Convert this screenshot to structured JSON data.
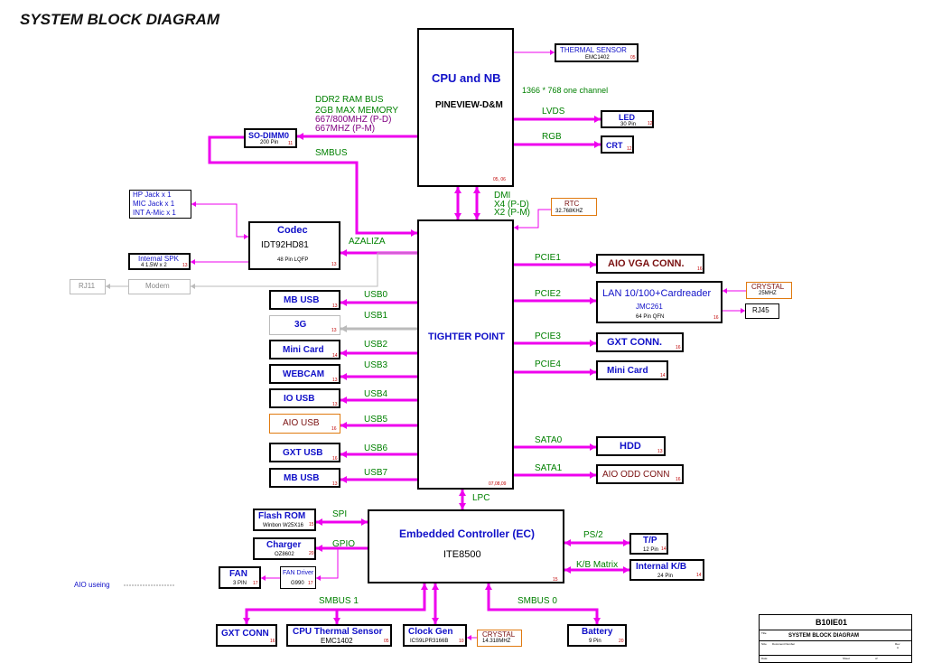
{
  "title": "SYSTEM BLOCK DIAGRAM",
  "cpu": {
    "title": "CPU and NB",
    "sub": "PINEVIEW-D&M",
    "pages": "05, 06"
  },
  "pch": {
    "title": "TIGHTER POINT",
    "pages": "07,08,09"
  },
  "ec": {
    "title": "Embedded Controller (EC)",
    "sub": "ITE8500",
    "page": "15"
  },
  "blocks": {
    "thermal_top": {
      "title": "THERMAL SENSOR",
      "sub": "EMC1402",
      "page": "05"
    },
    "led": {
      "title": "LED",
      "sub": "30 Pin",
      "page": "12"
    },
    "crt": {
      "title": "CRT",
      "page": "12"
    },
    "sodimm": {
      "title": "SO-DIMM0",
      "sub": "200 Pin",
      "page": "11"
    },
    "rtc": {
      "title": "RTC",
      "sub": "32.768KHZ"
    },
    "codec": {
      "title": "Codec",
      "sub": "IDT92HD81",
      "sub2": "48 Pin LQFP",
      "page": "13"
    },
    "hp": {
      "lines": [
        "HP Jack x 1",
        "MIC Jack x 1",
        "INT A-Mic x 1"
      ]
    },
    "spk": {
      "title": "Internal SPK",
      "sub": "4    1.5W x 2",
      "page": "13"
    },
    "rj11": {
      "title": "RJ11"
    },
    "modem": {
      "title": "Modem"
    },
    "mbusb1": {
      "title": "MB USB",
      "page": "13"
    },
    "g3": {
      "title": "3G",
      "page": "13"
    },
    "minicard_l": {
      "title": "Mini Card",
      "page": "14"
    },
    "webcam": {
      "title": "WEBCAM",
      "page": "13"
    },
    "iousb": {
      "title": "IO USB",
      "page": "13"
    },
    "aiousb": {
      "title": "AIO USB",
      "page": "16"
    },
    "gxtusb": {
      "title": "GXT USB",
      "page": "16"
    },
    "mbusb2": {
      "title": "MB USB",
      "page": "13"
    },
    "aiovga": {
      "title": "AIO VGA CONN.",
      "page": "16"
    },
    "lan": {
      "title": "LAN 10/100+Cardreader",
      "sub": "JMC261",
      "sub2": "64 Pin QFN",
      "page": "16"
    },
    "crystal_lan": {
      "title": "CRYSTAL",
      "sub": "25MHZ"
    },
    "rj45": {
      "title": "RJ45"
    },
    "gxtconn": {
      "title": "GXT CONN.",
      "page": "16"
    },
    "minicard_r": {
      "title": "Mini Card",
      "page": "14"
    },
    "hdd": {
      "title": "HDD",
      "page": "13"
    },
    "odd": {
      "title": "AIO ODD CONN",
      "page": "16"
    },
    "flash": {
      "title": "Flash ROM",
      "sub": "Winbon W25X16",
      "page": "15"
    },
    "charger": {
      "title": "Charger",
      "sub": "OZ8602",
      "page": "20"
    },
    "fandrv": {
      "title": "FAN Driver",
      "sub": "G990",
      "page": "17"
    },
    "fan": {
      "title": "FAN",
      "sub": "3 PIN",
      "page": "17"
    },
    "tp": {
      "title": "T/P",
      "sub": "12 Pin",
      "page": "14"
    },
    "kb": {
      "title": "Internal K/B",
      "sub": "24 Pin",
      "page": "14"
    },
    "gxt_b": {
      "title": "GXT CONN",
      "page": "16"
    },
    "cputherm": {
      "title": "CPU Thermal Sensor",
      "sub": "EMC1402",
      "page": "05"
    },
    "clock": {
      "title": "Clock Gen",
      "sub": "ICS9LPR3166B",
      "page": "10"
    },
    "crystal_clk": {
      "title": "CRYSTAL",
      "sub": "14.318MHZ"
    },
    "battery": {
      "title": "Battery",
      "sub": "9 Pin",
      "page": "20"
    }
  },
  "labels": {
    "ddr": "DDR2 RAM BUS",
    "mem1": "2GB MAX MEMORY",
    "mem2": "667/800MHZ  (P-D)",
    "mem3": "667MHZ (P-M)",
    "smbus": "SMBUS",
    "res": "1366 * 768 one channel",
    "lvds": "LVDS",
    "rgb": "RGB",
    "dmi1": "DMI",
    "dmi2": "X4  (P-D)",
    "dmi3": "X2  (P-M)",
    "azaliza": "AZALIZA",
    "usb0": "USB0",
    "usb1": "USB1",
    "usb2": "USB2",
    "usb3": "USB3",
    "usb4": "USB4",
    "usb5": "USB5",
    "usb6": "USB6",
    "usb7": "USB7",
    "pcie1": "PCIE1",
    "pcie2": "PCIE2",
    "pcie3": "PCIE3",
    "pcie4": "PCIE4",
    "sata0": "SATA0",
    "sata1": "SATA1",
    "lpc": "LPC",
    "spi": "SPI",
    "gpio": "GPIO",
    "ps2": "PS/2",
    "kbm": "K/B Matrix",
    "smbus1": "SMBUS 1",
    "smbus0": "SMBUS 0",
    "aio": "AIO useing"
  },
  "titleblock": {
    "name": "B10IE01",
    "doc": "SYSTEM BLOCK DIAGRAM",
    "size": "Size",
    "docnum": "Document Number",
    "rev": "Rev",
    "revv": "A",
    "date": "Date:",
    "sheet": "Sheet",
    "of": "of"
  },
  "colors": {
    "bus": "#ee00ee",
    "gray": "#bbbbbb",
    "blue": "#1010c8",
    "label": "#008000"
  }
}
